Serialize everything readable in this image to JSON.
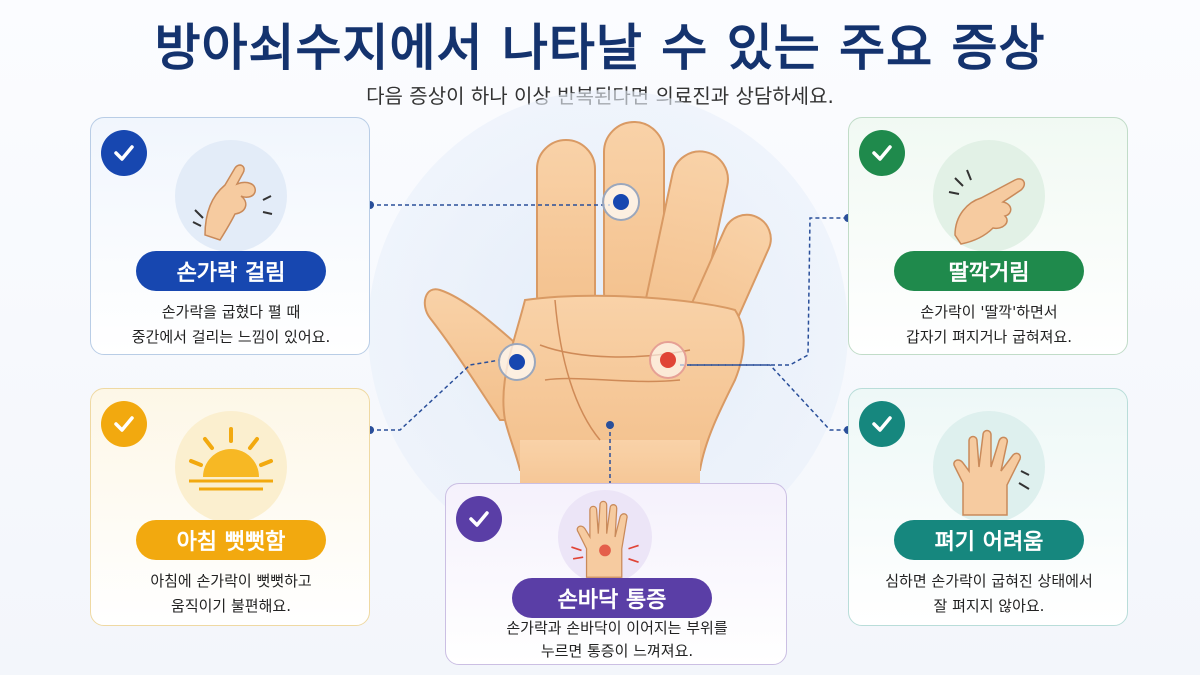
{
  "title": "방아쇠수지에서 나타날 수 있는 주요 증상",
  "subtitle": "다음 증상이 하나 이상 반복된다면 의료진과 상담하세요.",
  "symptoms": [
    {
      "name": "손가락 걸림",
      "desc1": "손가락을 굽혔다 펼 때",
      "desc2": "중간에서 걸리는 느낌이 있어요.",
      "color": "#1747b0",
      "icon": "bent-finger-icon"
    },
    {
      "name": "딸깍거림",
      "desc1": "손가락이 '딸깍'하면서",
      "desc2": "갑자기 펴지거나 굽혀져요.",
      "color": "#1f8a4c",
      "icon": "snapping-finger-icon"
    },
    {
      "name": "아침 뻣뻣함",
      "desc1": "아침에 손가락이 뻣뻣하고",
      "desc2": "움직이기 불편해요.",
      "color": "#f2a90f",
      "icon": "sunrise-icon"
    },
    {
      "name": "손바닥 통증",
      "desc1": "손가락과 손바닥이 이어지는 부위를",
      "desc2": "누르면 통증이 느껴져요.",
      "color": "#5a3ea6",
      "icon": "palm-pain-icon"
    },
    {
      "name": "펴기 어려움",
      "desc1": "심하면 손가락이 굽혀진 상태에서",
      "desc2": "잘 펴지지 않아요.",
      "color": "#16877e",
      "icon": "stiff-hand-icon"
    }
  ]
}
